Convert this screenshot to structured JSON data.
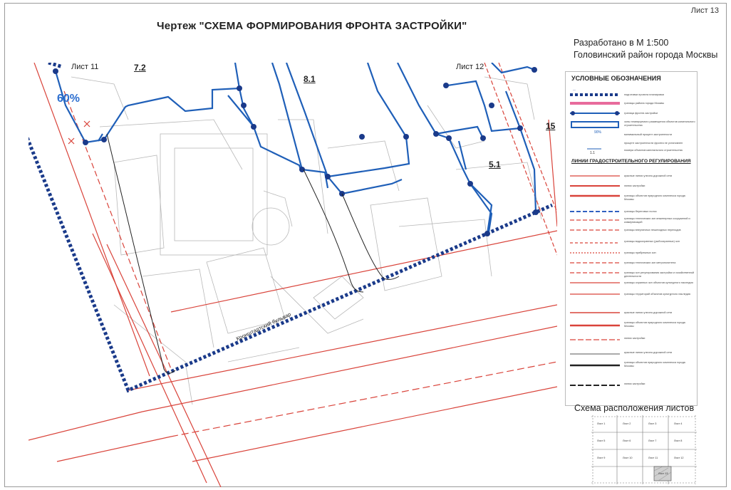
{
  "sheet_number": "Лист 13",
  "title": "Чертеж \"СХЕМА ФОРМИРОВАНИЯ ФРОНТА ЗАСТРОЙКИ\"",
  "scale_text": "Разработано в М 1:500",
  "district_text": "Головинский район города Москвы",
  "map": {
    "sheet_left": "Лист 11",
    "sheet_right": "Лист 12",
    "block_72": "7.2",
    "block_81": "8.1",
    "block_51": "5.1",
    "block_15": "15",
    "percent": "60%",
    "street": "Кронштадтский бульвар"
  },
  "legend": {
    "title": "УСЛОВНЫЕ ОБОЗНАЧЕНИЯ",
    "section2": "ЛИНИИ ГРАДОСТРОИТЕЛЬНОГО РЕГУЛИРОВАНИЯ",
    "items": [
      "подготовки проекта планировки",
      "границы района города Москвы",
      "граница фронта застройки",
      "зоны планируемого размещения объектов капитального строительства",
      "минимальный процент застроенности",
      "процент застроенности фронта не установлен",
      "номера объектов капитального строительства",
      "красные линии улично-дорожной сети",
      "линии застройки",
      "границы объектов природного комплекса города Москвы",
      "границы береговых полос",
      "границы технических зон инженерных сооружений и коммуникаций",
      "границы внеуличных пешеходных переходов",
      "границы водоохранных (рыбоохранных) зон",
      "границы прибрежных зон",
      "границы технических зон метрополитена",
      "границы зон регулирования застройки и хозяйственной деятельности",
      "границы охранных зон объектов культурного наследия",
      "границы территорий объектов культурного наследия",
      "красные линии улично-дорожной сети",
      "границы объектов природного комплекса города Москвы",
      "линии застройки",
      "красные линии улично-дорожной сети",
      "границы объектов природного комплекса города Москвы",
      "линии застройки"
    ],
    "symbol_1_1": "1.1",
    "symbol_90": "90%"
  },
  "sheets_scheme": {
    "title": "Схема расположения листов",
    "cells": [
      "Лист 1",
      "Лист 2",
      "Лист 3",
      "Лист 4",
      "Лист 5",
      "Лист 6",
      "Лист 7",
      "Лист 8",
      "Лист 9",
      "Лист 10",
      "Лист 11",
      "Лист 12",
      "Лист 13"
    ]
  },
  "colors": {
    "blue": "#1f5fb8",
    "navy": "#1a3a8a",
    "red": "#d9433a",
    "grey": "#9a9a9a"
  }
}
